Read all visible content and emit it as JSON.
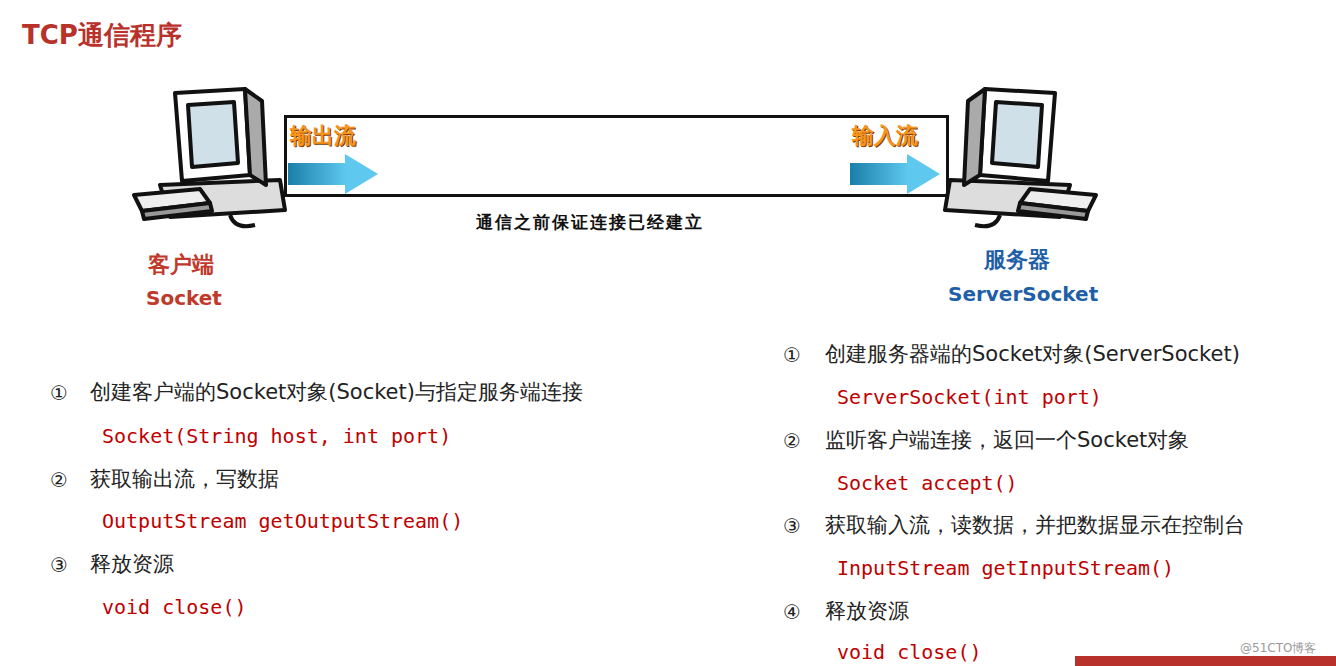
{
  "diagram": {
    "title": "TCP通信程序",
    "nodes": [
      {
        "text": [
          "客户端",
          "Socket"
        ]
      },
      {
        "text": [
          "输出流",
          "输入流"
        ]
      },
      {
        "text": [
          "服务器",
          "ServerSocket"
        ]
      }
    ],
    "labels": [
      "通信之前保证连接已经建立",
      "①",
      "创建客户端的Socket对象(Socket)与指定服务端连接",
      "Socket(String host, int port)",
      "②",
      "获取输出流，写数据",
      "OutputStream getOutputStream()",
      "③",
      "释放资源",
      "void close()",
      "①",
      "创建服务器端的Socket对象(ServerSocket)",
      "ServerSocket(int port)",
      "②",
      "监听客户端连接，返回一个Socket对象",
      "Socket accept()",
      "③",
      "获取输入流，读数据，并把数据显示在控制台",
      "InputStream getInputStream()",
      "④",
      "释放资源",
      "void close()",
      "@51CTO博客"
    ]
  }
}
